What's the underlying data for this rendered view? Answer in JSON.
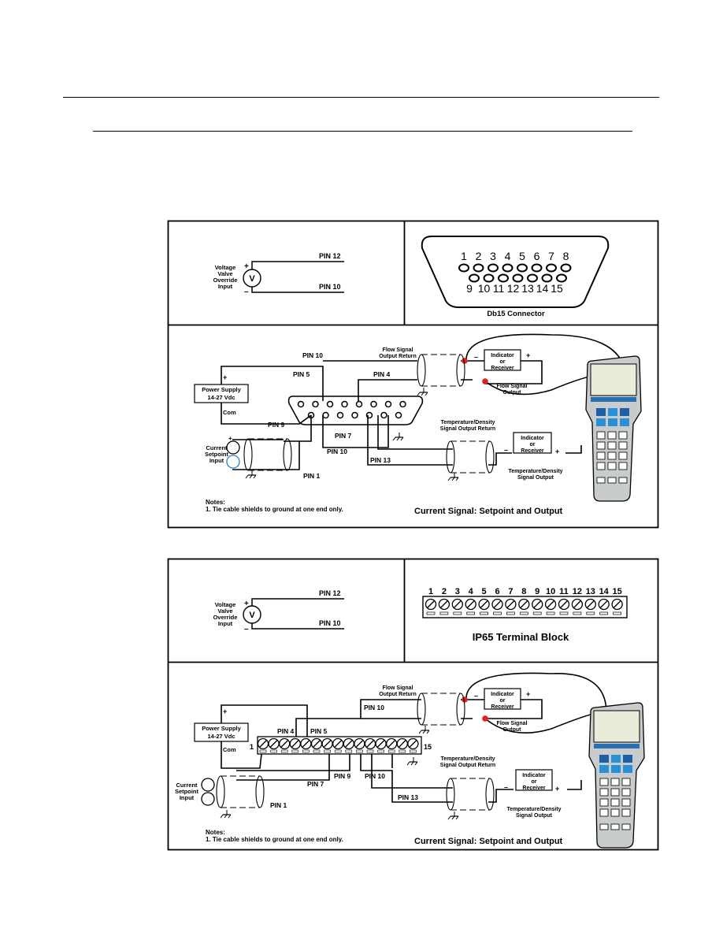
{
  "top": {
    "left": {
      "plus": "+",
      "minus": "–",
      "device_label_lines": [
        "Voltage",
        "Valve",
        "Override",
        "Input"
      ],
      "meter_symbol": "V",
      "pin_upper": "PIN 12",
      "pin_lower": "PIN 10"
    },
    "right": {
      "top_row_numbers": [
        "1",
        "2",
        "3",
        "4",
        "5",
        "6",
        "7",
        "8"
      ],
      "bottom_row_numbers": [
        "9",
        "10",
        "11",
        "12",
        "13",
        "14",
        "15"
      ],
      "caption": "Db15 Connector"
    },
    "bottom": {
      "pin_10": "PIN 10",
      "pin_5": "PIN 5",
      "pin_4": "PIN 4",
      "pin_9": "PIN 9",
      "pin_7": "PIN 7",
      "pin_10b": "PIN 10",
      "pin_13": "PIN 13",
      "pin_1": "PIN 1",
      "flow_return_lines": [
        "Flow Signal",
        "Output Return"
      ],
      "flow_output_lines": [
        "Flow Signal",
        "Output"
      ],
      "temp_return_lines": [
        "Temperature/Density",
        "Signal Output Return"
      ],
      "temp_output_lines": [
        "Temperature/Density",
        "Signal Output"
      ],
      "indicator_lines": [
        "Indicator",
        "or",
        "Receiver"
      ],
      "indicator2_lines": [
        "Indicator",
        "or",
        "Receiver"
      ],
      "power_lines": [
        "Power Supply",
        "14-27  Vdc"
      ],
      "plus": "+",
      "com": "Com",
      "current_lines": [
        "Current",
        "Setpoint",
        "Input"
      ],
      "notes_title": "Notes:",
      "notes_line": "1. Tie cable shields to ground at one end only.",
      "caption": "Current Signal: Setpoint and Output"
    }
  },
  "bottomfig": {
    "left": {
      "plus": "+",
      "minus": "–",
      "device_label_lines": [
        "Voltage",
        "Valve",
        "Override",
        "Input"
      ],
      "meter_symbol": "V",
      "pin_upper": "PIN 12",
      "pin_lower": "PIN 10"
    },
    "right": {
      "numbers": [
        "1",
        "2",
        "3",
        "4",
        "5",
        "6",
        "7",
        "8",
        "9",
        "10",
        "11",
        "12",
        "13",
        "14",
        "15"
      ],
      "caption": "IP65 Terminal Block"
    },
    "bottom": {
      "pin_4": "PIN 4",
      "pin_5": "PIN 5",
      "pin_10": "PIN 10",
      "pin_9": "PIN 9",
      "pin_7": "PIN 7",
      "pin_10b": "PIN 10",
      "pin_13": "PIN 13",
      "pin_1": "PIN 1",
      "term_first": "1",
      "term_last": "15",
      "flow_return_lines": [
        "Flow Signal",
        "Output Return"
      ],
      "flow_output_lines": [
        "Flow Signal",
        "Output"
      ],
      "temp_return_lines": [
        "Temperature/Density",
        "Signal Output Return"
      ],
      "temp_output_lines": [
        "Temperature/Density",
        "Signal Output"
      ],
      "indicator_lines": [
        "Indicator",
        "or",
        "Receiver"
      ],
      "indicator2_lines": [
        "Indicator",
        "or",
        "Receiver"
      ],
      "power_lines": [
        "Power Supply",
        "14-27  Vdc"
      ],
      "plus": "+",
      "com": "Com",
      "current_lines": [
        "Current",
        "Setpoint",
        "Input"
      ],
      "notes_title": "Notes:",
      "notes_line": "1. Tie cable shields to ground at one end only.",
      "caption": "Current Signal: Setpoint and Output"
    }
  },
  "colors": {
    "ink": "#000000",
    "junction": "#e02020",
    "device_body": "#c8cccc",
    "device_screen": "#e9ecd9"
  }
}
